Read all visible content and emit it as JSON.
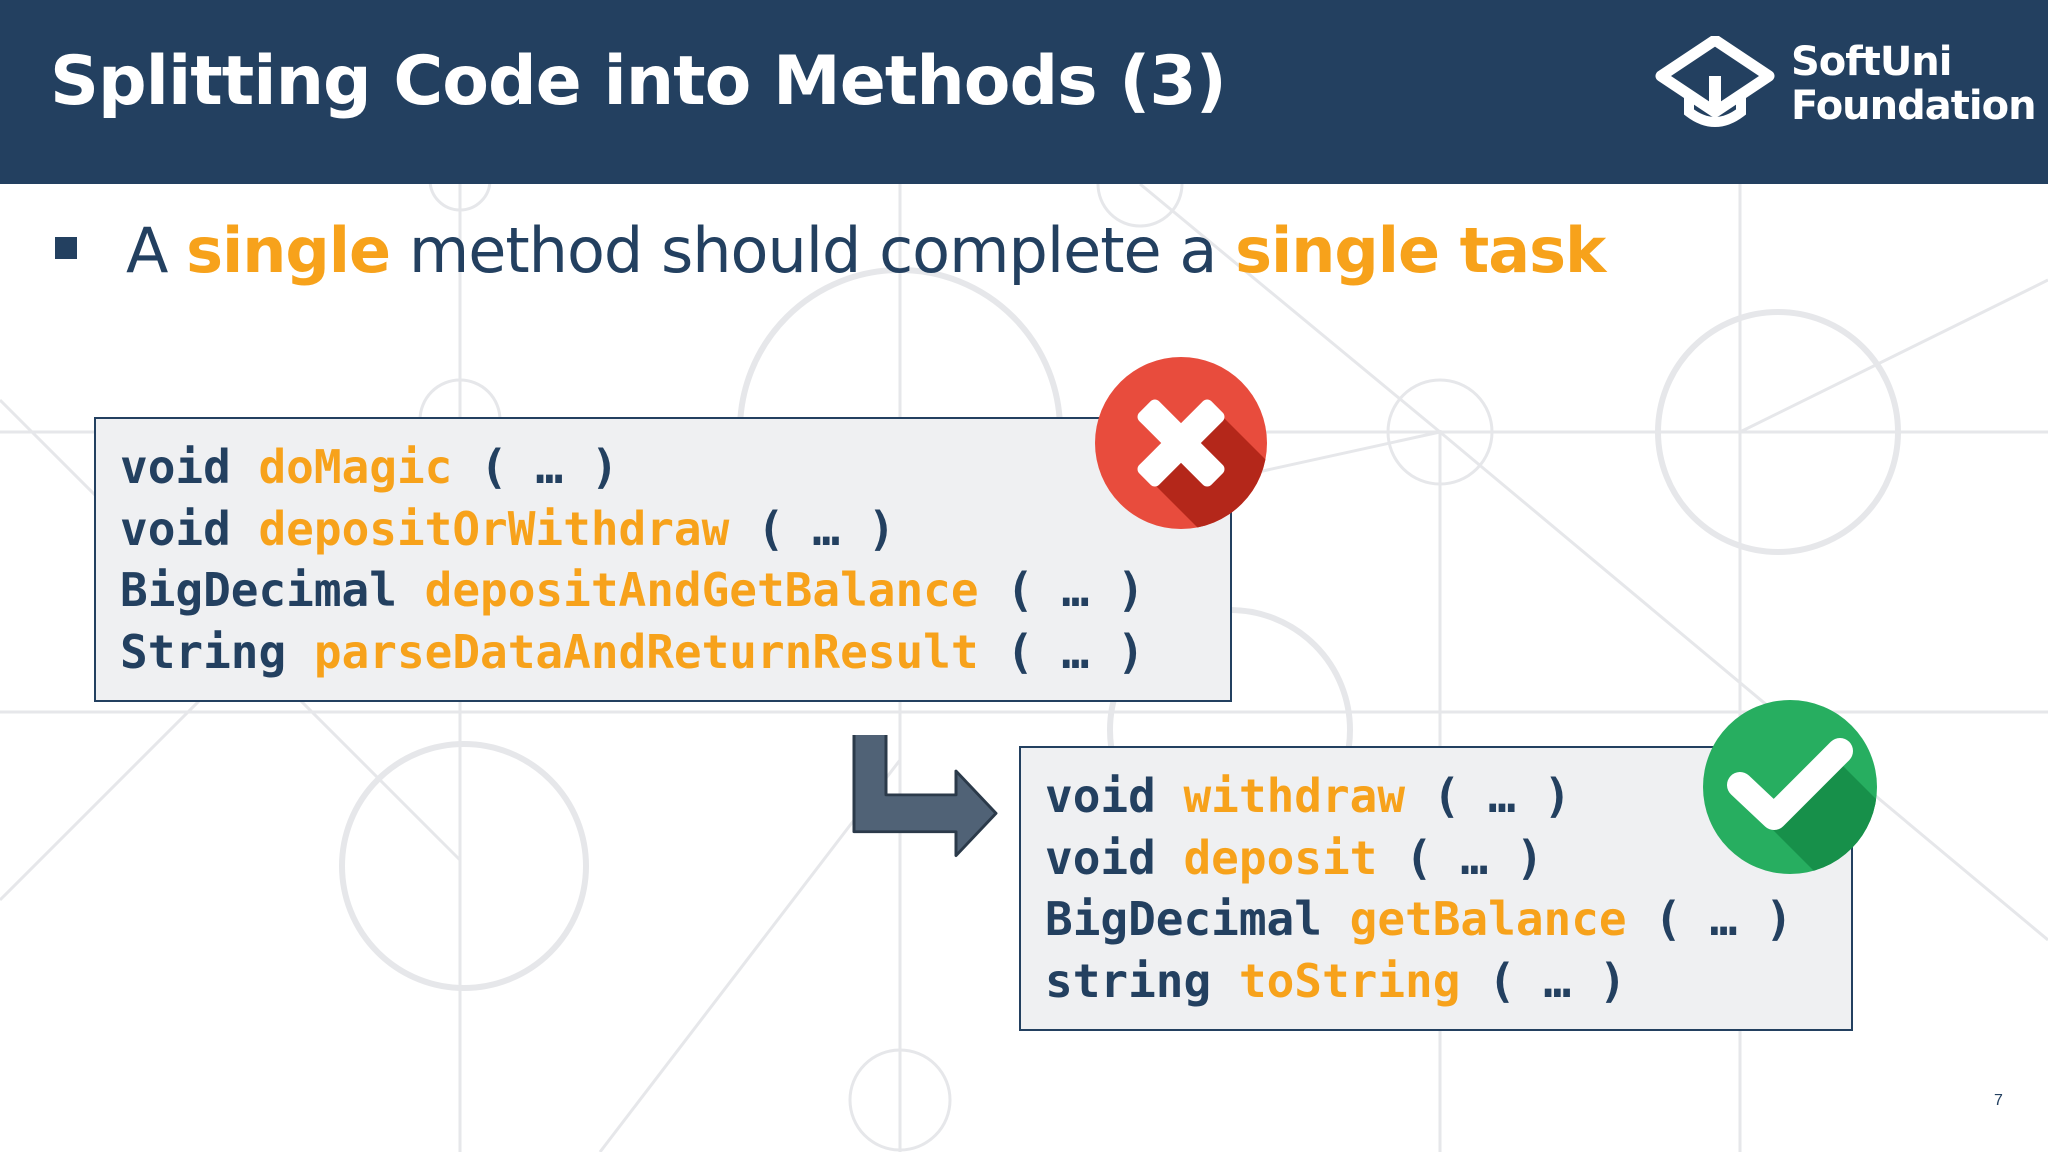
{
  "slide": {
    "title": "Splitting Code into Methods (3)",
    "page_number": "7"
  },
  "logo": {
    "line1": "SoftUni",
    "line2": "Foundation"
  },
  "bullet": {
    "parts": [
      "A ",
      "single",
      " method should complete a ",
      "single task"
    ]
  },
  "bad_code": {
    "lines": [
      {
        "type": "void",
        "method": "doMagic",
        "args": " ( … )"
      },
      {
        "type": "void",
        "method": "depositOrWithdraw",
        "args": " ( … )"
      },
      {
        "type": "BigDecimal",
        "method": "depositAndGetBalance",
        "args": " ( … )"
      },
      {
        "type": "String",
        "method": "parseDataAndReturnResult",
        "args": " ( … )"
      }
    ]
  },
  "good_code": {
    "lines": [
      {
        "type": "void",
        "method": "withdraw",
        "args": " ( … )"
      },
      {
        "type": "void",
        "method": "deposit",
        "args": " ( … )"
      },
      {
        "type": "BigDecimal",
        "method": "getBalance",
        "args": " ( … )"
      },
      {
        "type": "string",
        "method": "toString",
        "args": " ( … )"
      }
    ]
  },
  "icons": {
    "bad": "cross-icon",
    "good": "checkmark-icon",
    "arrow": "bent-arrow-icon"
  },
  "colors": {
    "header": "#234060",
    "accent": "#f7a21b",
    "code_bg": "#eff0f2",
    "bad": "#e84c3d",
    "good": "#27ae60"
  }
}
